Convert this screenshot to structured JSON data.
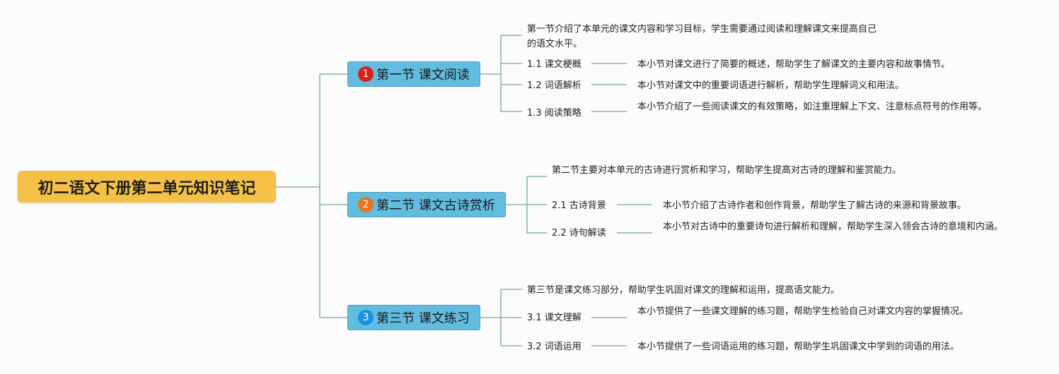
{
  "root": {
    "title": "初二语文下册第二单元知识笔记"
  },
  "sections": [
    {
      "badge": "1",
      "badge_color": "#d9221c",
      "title": "第一节 课文阅读",
      "summary": "第一节介绍了本单元的课文内容和学习目标，学生需要通过阅读和理解课文来提高自己的语文水平。",
      "items": [
        {
          "label": "1.1 课文梗概",
          "desc": "本小节对课文进行了简要的概述，帮助学生了解课文的主要内容和故事情节。"
        },
        {
          "label": "1.2 词语解析",
          "desc": "本小节对课文中的重要词语进行解析，帮助学生理解词义和用法。"
        },
        {
          "label": "1.3 阅读策略",
          "desc": "本小节介绍了一些阅读课文的有效策略，如注重理解上下文、注意标点符号的作用等。"
        }
      ]
    },
    {
      "badge": "2",
      "badge_color": "#e9731e",
      "title": "第二节 课文古诗赏析",
      "summary": "第二节主要对本单元的古诗进行赏析和学习，帮助学生提高对古诗的理解和鉴赏能力。",
      "items": [
        {
          "label": "2.1 古诗背景",
          "desc": "本小节介绍了古诗作者和创作背景，帮助学生了解古诗的来源和背景故事。"
        },
        {
          "label": "2.2 诗句解读",
          "desc": "本小节对古诗中的重要诗句进行解析和理解，帮助学生深入领会古诗的意境和内涵。"
        }
      ]
    },
    {
      "badge": "3",
      "badge_color": "#1f8fe0",
      "title": "第三节 课文练习",
      "summary": "第三节是课文练习部分，帮助学生巩固对课文的理解和运用，提高语文能力。",
      "items": [
        {
          "label": "3.1 课文理解",
          "desc": "本小节提供了一些课文理解的练习题，帮助学生检验自己对课文内容的掌握情况。"
        },
        {
          "label": "3.2 词语运用",
          "desc": "本小节提供了一些词语运用的练习题，帮助学生巩固课文中学到的词语的用法。"
        }
      ]
    }
  ],
  "colors": {
    "connector": "#6fa89a",
    "root_fill": "#f4c146",
    "section_fill": "#62bce0"
  }
}
